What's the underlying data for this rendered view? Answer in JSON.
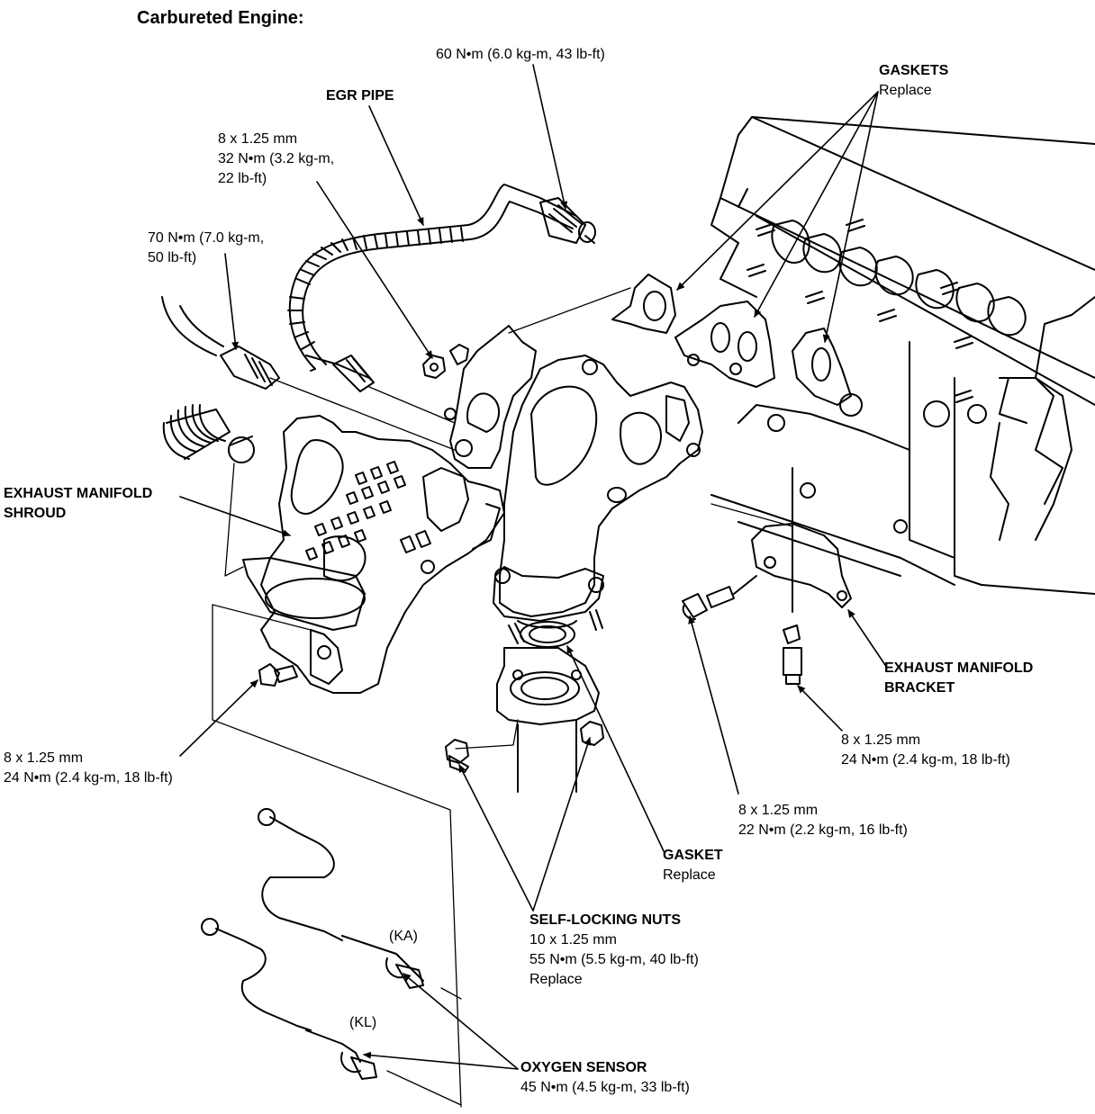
{
  "title": "Carbureted Engine:",
  "labels": {
    "torque_60": "60 N•m (6.0 kg-m, 43 lb-ft)",
    "egr_pipe": "EGR PIPE",
    "egr_bolt": [
      "8 x 1.25 mm",
      "32 N•m (3.2 kg-m,",
      "22 lb-ft)"
    ],
    "torque_70": [
      "70 N•m (7.0 kg-m,",
      "50 lb-ft)"
    ],
    "gaskets": [
      "GASKETS",
      "Replace"
    ],
    "shroud": [
      "EXHAUST MANIFOLD",
      "SHROUD"
    ],
    "shroud_bolt": [
      "8 x 1.25 mm",
      "24 N•m (2.4 kg-m, 18 lb-ft)"
    ],
    "bracket": [
      "EXHAUST MANIFOLD",
      "BRACKET"
    ],
    "bracket_bolt": [
      "8 x 1.25 mm",
      "24 N•m (2.4 kg-m, 18 lb-ft)"
    ],
    "bracket_side_bolt": [
      "8 x 1.25 mm",
      "22 N•m (2.2 kg-m, 16 lb-ft)"
    ],
    "gasket": [
      "GASKET",
      "Replace"
    ],
    "nuts": [
      "SELF-LOCKING NUTS",
      "10 x 1.25 mm",
      "55 N•m (5.5 kg-m, 40 lb-ft)",
      "Replace"
    ],
    "ka": "(KA)",
    "kl": "(KL)",
    "oxygen": [
      "OXYGEN SENSOR",
      "45 N•m (4.5 kg-m, 33 lb-ft)"
    ]
  }
}
